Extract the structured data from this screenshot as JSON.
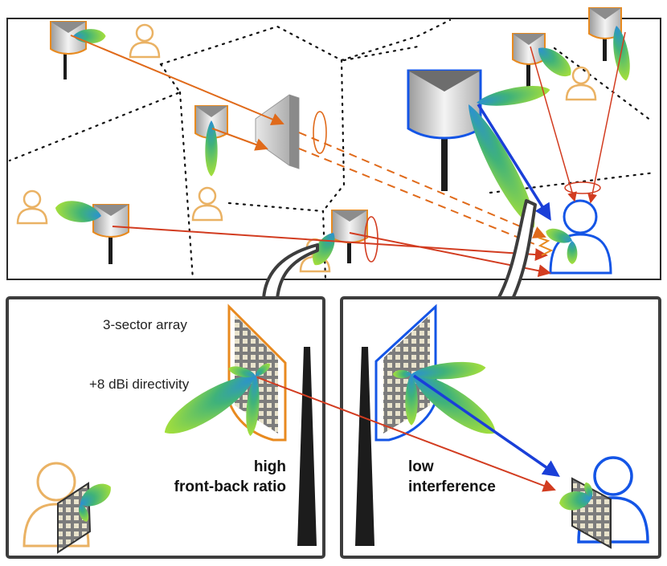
{
  "labels": {
    "array": "3-sector array",
    "directivity": "+8 dBi directivity",
    "left_caption_line1": "high",
    "left_caption_line2": "front-back ratio",
    "right_caption_line1": "low",
    "right_caption_line2": "interference"
  },
  "colors": {
    "orange": "#e88a1f",
    "orange_arrow": "#e06a1a",
    "red_arrow": "#d23c20",
    "blue": "#1455e6",
    "blue_arrow": "#1a3fd8",
    "user_orange": "#eab264",
    "frame": "#3d3d3d",
    "antenna_pole": "#1c1c1c",
    "lobe_green": "#8dd33a",
    "lobe_blue": "#2a9bd8"
  }
}
